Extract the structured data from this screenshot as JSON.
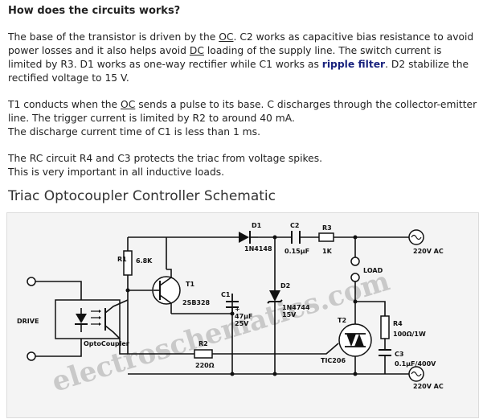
{
  "heading": "How does the circuits works?",
  "para1": {
    "t1": "The base of the transistor is driven by the ",
    "oc": "OC",
    "t2": ". C2 works as capacitive bias resistance to avoid power losses and it also helps avoid ",
    "dc": "DC",
    "t3": " loading of the supply line. The switch current is limited by R3. D1 works as one-way rectifier while C1 works as ",
    "link": "ripple filter",
    "t4": ". D2 stabilize the rectified voltage to 15 V."
  },
  "para2": {
    "t1": "T1 conducts when the ",
    "oc": "OC",
    "t2": " sends a pulse to its base. C discharges through the collector-emitter line. The trigger current is limited by R2 to around 40 mA.",
    "t3": "The discharge current time of C1 is less than 1 ms."
  },
  "para3": {
    "line1": "The RC circuit R4 and C3 protects the triac from voltage spikes.",
    "line2": "This is very important in all inductive loads."
  },
  "section_title": "Triac Optocoupler Controller Schematic",
  "schematic": {
    "watermark": "electroschematics.com",
    "labels": {
      "r1": "R1",
      "r1_val": "6.8K",
      "d1": "D1",
      "d1_val": "1N4148",
      "c2": "C2",
      "c2_val": "0.15µF",
      "r3": "R3",
      "r3_val": "1K",
      "ac_top": "220V AC",
      "load": "LOAD",
      "t1": "T1",
      "t1_val": "2SB328",
      "c1": "C1",
      "c1_plus": "+",
      "c1_val1": "47µF",
      "c1_val2": "25V",
      "d2": "D2",
      "d2_val1": "1N4744",
      "d2_val2": "15V",
      "t2": "T2",
      "t2_val": "TIC206",
      "r4": "R4",
      "r4_val": "100Ω/1W",
      "c3": "C3",
      "c3_val": "0.1µF/400V",
      "drive": "DRIVE",
      "opto": "OptoCoupler",
      "r2": "R2",
      "r2_val": "220Ω",
      "ac_bottom": "220V AC"
    }
  },
  "colors": {
    "link": "#1a237e",
    "watermark": "#c9c9c9",
    "schematic_bg": "#f4f4f4"
  }
}
